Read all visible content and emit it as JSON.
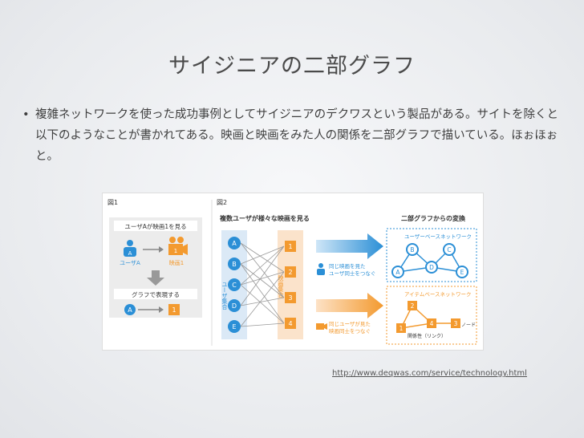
{
  "slide": {
    "title": "サイジニアの二部グラフ",
    "bullet": "複雑ネットワークを使った成功事例としてサイジニアのデクワスという製品がある。サイトを除くと以下のようなことが書かれてある。映画と映画をみた人の関係を二部グラフで描いている。ほぉほぉと。",
    "url": "http://www.deqwas.com/service/technology.html"
  },
  "figure": {
    "fig1": {
      "label": "図1",
      "header1": "ユーザAが映画1を見る",
      "user_label": "ユーザA",
      "user_letter": "A",
      "movie_label": "映画1",
      "movie_num": "1",
      "header2": "グラフで表現する",
      "node_a": "A",
      "node_1": "1"
    },
    "fig2": {
      "label": "図2",
      "header": "複数ユーザが様々な映画を見る",
      "users_group": "ユーザ集合",
      "movies_group": "映画集合",
      "users": [
        "A",
        "B",
        "C",
        "D",
        "E"
      ],
      "movies": [
        "1",
        "2",
        "3",
        "4"
      ],
      "arrow1_label": [
        "同じ映画を見た",
        "ユーザ同士をつなぐ"
      ],
      "arrow2_label": [
        "同じユーザが見た",
        "映画同士をつなぐ"
      ],
      "transform_header": "二部グラフからの変換",
      "user_net_title": "ユーザーベースネットワーク",
      "item_net_title": "アイテムベースネットワーク",
      "user_net_nodes": [
        "A",
        "B",
        "C",
        "D",
        "E"
      ],
      "item_net_nodes": [
        "1",
        "2",
        "3",
        "4"
      ],
      "node_label": "ノード",
      "link_label": "関係性（リンク）"
    }
  },
  "colors": {
    "blue": "#2b8fd6",
    "orange": "#f39a2f",
    "panel": "#ececec"
  }
}
